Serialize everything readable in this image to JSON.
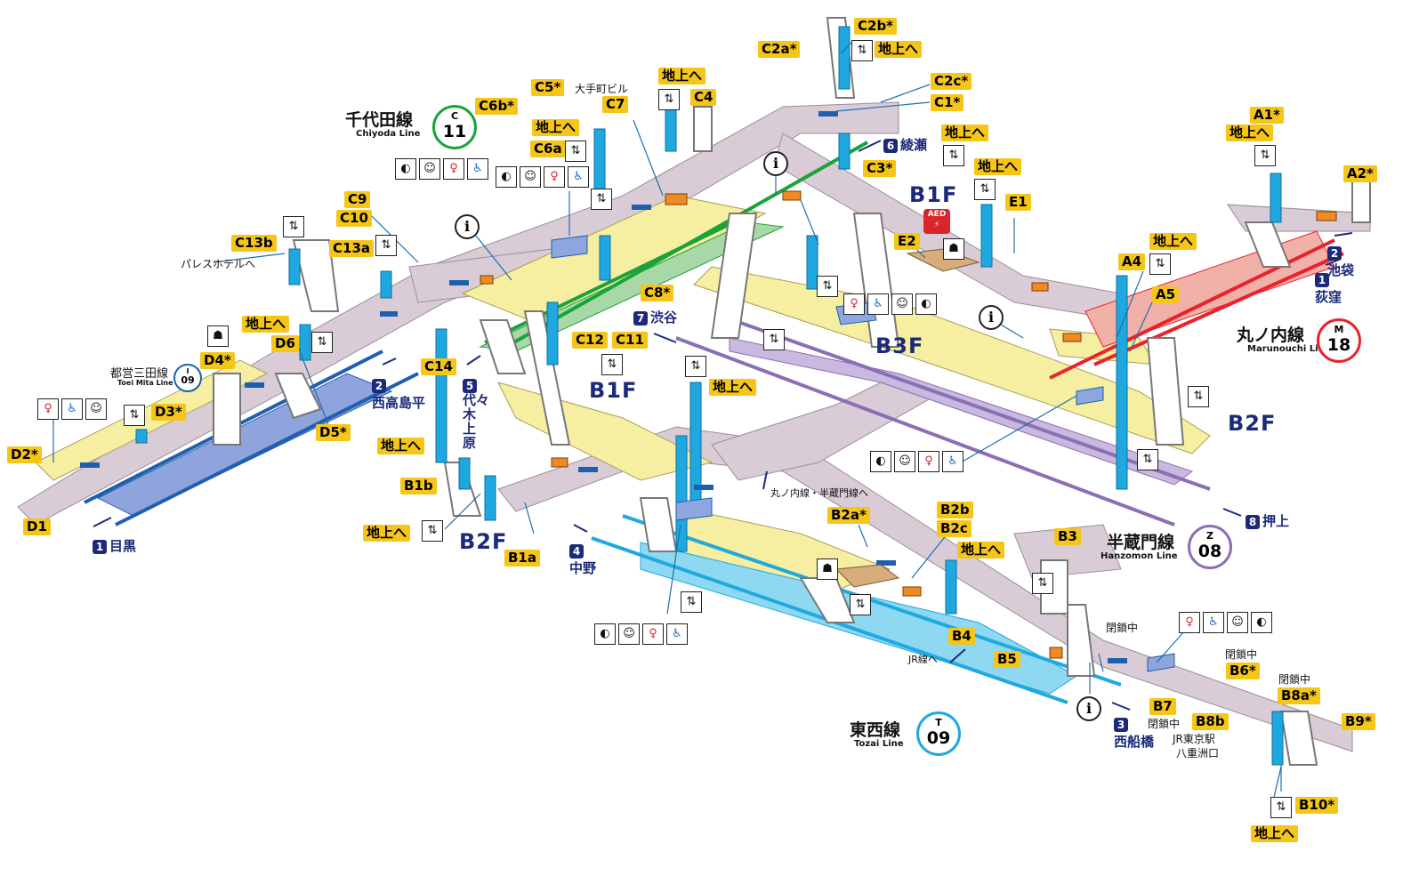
{
  "colors": {
    "chiyoda": "#1aa33a",
    "marunouchi": "#e8232b",
    "hanzomon": "#8b6fb3",
    "tozai": "#20a8e0",
    "mita": "#1e5fb0",
    "concourse": "#d9ccd6",
    "platform": "#f6eea0",
    "pillar": "#1fa8e0",
    "label": "#f5c518",
    "accent": "#1b2a7a"
  },
  "icons": {
    "elevator": "elevator-icon",
    "toilet": "toilet-icon",
    "accessible": "wheelchair-icon",
    "baby": "baby-icon",
    "ostomate": "ostomate-icon",
    "info": "information-icon",
    "aed": "aed-icon",
    "ticket": "ticket-office-icon"
  },
  "lines": {
    "chiyoda": {
      "name": "千代田線",
      "en": "Chiyoda Line",
      "letter": "C",
      "code": "11"
    },
    "marunouchi": {
      "name": "丸ノ内線",
      "en": "Marunouchi Line",
      "letter": "M",
      "code": "18"
    },
    "hanzomon": {
      "name": "半蔵門線",
      "en": "Hanzomon Line",
      "letter": "Z",
      "code": "08"
    },
    "tozai": {
      "name": "東西線",
      "en": "Tozai Line",
      "letter": "T",
      "code": "09"
    },
    "mita": {
      "name": "都営三田線",
      "en": "Toei Mita Line",
      "letter": "I",
      "code": "09"
    }
  },
  "floors": {
    "b1f_top": "B1F",
    "b3f": "B3F",
    "b2f_right": "B2F",
    "b1f_center": "B1F",
    "b2f_bottom": "B2F"
  },
  "exits": {
    "c2b": "C2b*",
    "c2a": "C2a*",
    "c2c": "C2c*",
    "c1": "C1*",
    "c3": "C3*",
    "c4": "C4",
    "c5": "C5*",
    "c6b": "C6b*",
    "c6a": "C6a",
    "c7": "C7",
    "c9": "C9",
    "c10": "C10",
    "c13b": "C13b",
    "c13a": "C13a",
    "c8": "C8*",
    "c12": "C12",
    "c11": "C11",
    "c14": "C14",
    "d6": "D6",
    "d4": "D4*",
    "d3": "D3*",
    "d2": "D2*",
    "d1": "D1",
    "d5": "D5*",
    "e1": "E1",
    "e2": "E2",
    "a1": "A1*",
    "a2": "A2*",
    "a4": "A4",
    "a5": "A5",
    "b1b": "B1b",
    "b1a": "B1a",
    "b2a": "B2a*",
    "b2b": "B2b",
    "b2c": "B2c",
    "b3": "B3",
    "b4": "B4",
    "b5": "B5",
    "b6": "B6*",
    "b7": "B7",
    "b8a": "B8a*",
    "b8b": "B8b",
    "b9": "B9*",
    "b10": "B10*"
  },
  "to_ground": "地上へ",
  "texts": {
    "otemachi_bldg": "大手町ビル",
    "palace_hotel": "パレスホテルへ",
    "closed": "閉鎖中",
    "jr_tokyo": "JR東京駅",
    "yaesu": "八重洲口",
    "jr_line": "JR線へ",
    "to_maru_hanzo": "丸ノ内線・半蔵門線へ"
  },
  "directions": {
    "d6_ayase": {
      "n": "6",
      "t": "綾瀬"
    },
    "d7_shibuya": {
      "n": "7",
      "t": "渋谷"
    },
    "d2_nishitakashimadaira": {
      "n": "2",
      "t": "西高島平"
    },
    "d5_yoyogi": {
      "n": "5",
      "t": "代々木上原"
    },
    "d1_meguro": {
      "n": "1",
      "t": "目黒"
    },
    "d2_ikebukuro": {
      "n": "2",
      "t": "池袋"
    },
    "d1_ogikubo": {
      "n": "1",
      "t": "荻窪"
    },
    "d8_oshiage": {
      "n": "8",
      "t": "押上"
    },
    "d4_nakano": {
      "n": "4",
      "t": "中野"
    },
    "d3_nishifunabashi": {
      "n": "3",
      "t": "西船橋"
    }
  },
  "facility_glyphs": {
    "ostomate": "♿",
    "baby": "☺",
    "toilet": "🚻",
    "wheelchair": "♿",
    "elevator": "⇅",
    "aed_label": "AED"
  }
}
